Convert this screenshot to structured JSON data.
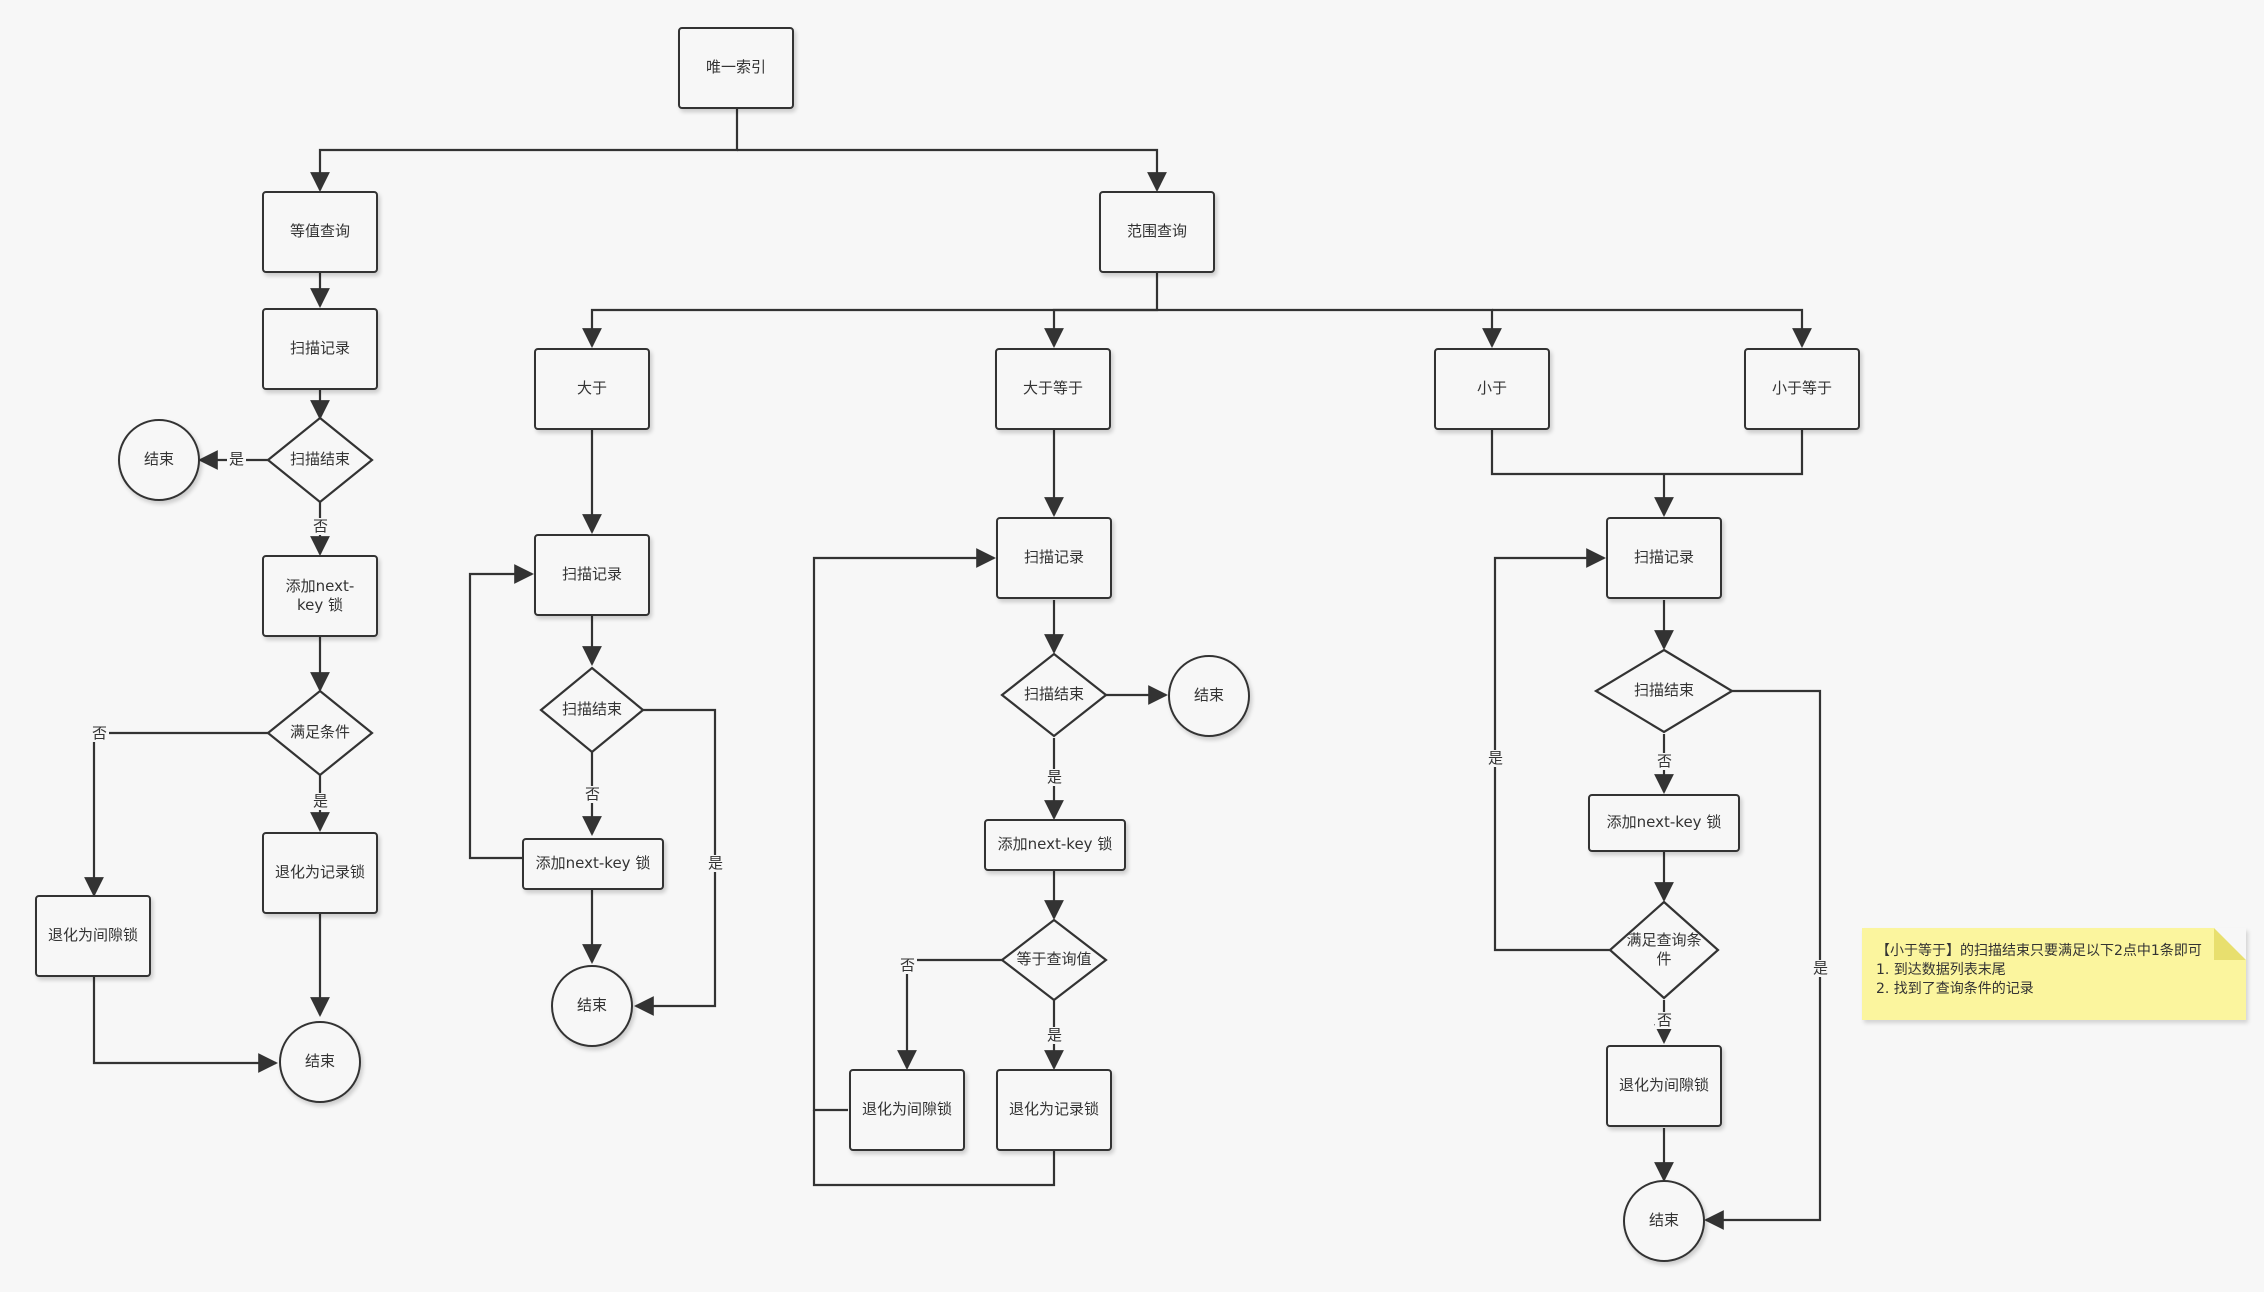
{
  "nodes": {
    "root": "唯一索引",
    "eq": "等值查询",
    "range": "范围查询",
    "eq_scan": "扫描记录",
    "eq_scanend": "扫描结束",
    "eq_end1": "结束",
    "eq_addlock": "添加next-key 锁",
    "eq_cond": "满足条件",
    "eq_reclock": "退化为记录锁",
    "eq_gaplock": "退化为间隙锁",
    "eq_end2": "结束",
    "gt": "大于",
    "gt_scan": "扫描记录",
    "gt_scanend": "扫描结束",
    "gt_addlock": "添加next-key 锁",
    "gt_end": "结束",
    "ge": "大于等于",
    "ge_scan": "扫描记录",
    "ge_scanend": "扫描结束",
    "ge_end": "结束",
    "ge_addlock": "添加next-key 锁",
    "ge_cond": "等于查询值",
    "ge_gaplock": "退化为间隙锁",
    "ge_reclock": "退化为记录锁",
    "lt": "小于",
    "le": "小于等于",
    "lt_scan": "扫描记录",
    "lt_scanend": "扫描结束",
    "lt_addlock": "添加next-key 锁",
    "lt_cond": "满足查询条件",
    "lt_gaplock": "退化为间隙锁",
    "lt_end": "结束"
  },
  "edge_labels": {
    "yes": "是",
    "no": "否"
  },
  "note": {
    "title": "【小于等于】的扫描结束只要满足以下2点中1条即可",
    "item1": "1. 到达数据列表末尾",
    "item2": "2. 找到了查询条件的记录"
  }
}
